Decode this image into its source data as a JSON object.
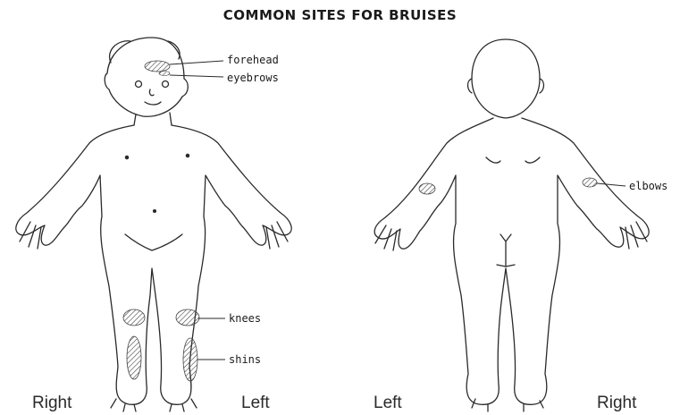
{
  "title": "COMMON SITES FOR BRUISES",
  "labels": {
    "forehead": "forehead",
    "eyebrows": "eyebrows",
    "knees": "knees",
    "shins": "shins",
    "elbows": "elbows"
  },
  "front_view": {
    "left_caption": "Right",
    "right_caption": "Left"
  },
  "back_view": {
    "left_caption": "Left",
    "right_caption": "Right"
  }
}
